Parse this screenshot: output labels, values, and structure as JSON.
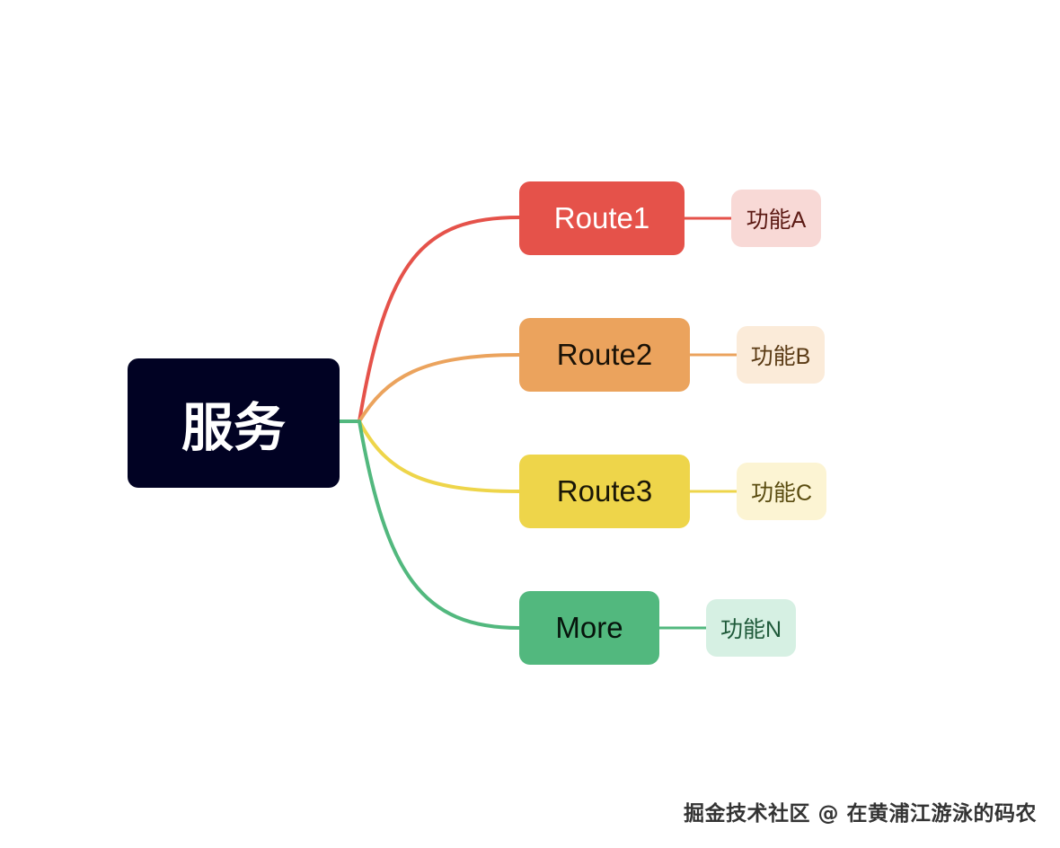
{
  "root": {
    "label": "服务",
    "color": "#010223"
  },
  "branches": [
    {
      "label": "Route1",
      "color": "#e5524a",
      "feature": {
        "label": "功能A",
        "color": "#f8d9d6"
      }
    },
    {
      "label": "Route2",
      "color": "#eba35d",
      "feature": {
        "label": "功能B",
        "color": "#fbebd9"
      }
    },
    {
      "label": "Route3",
      "color": "#eed54a",
      "feature": {
        "label": "功能C",
        "color": "#fcf4d3"
      }
    },
    {
      "label": "More",
      "color": "#52b87e",
      "feature": {
        "label": "功能N",
        "color": "#d6f0e3"
      }
    }
  ],
  "watermark": "掘金技术社区 @ 在黄浦江游泳的码农"
}
